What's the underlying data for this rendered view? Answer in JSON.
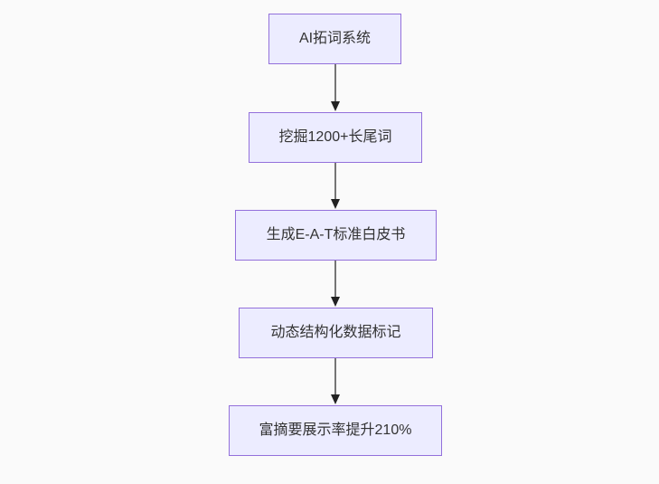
{
  "diagram": {
    "type": "flowchart",
    "direction": "top-down",
    "nodes": [
      {
        "id": "n1",
        "label": "AI拓词系统"
      },
      {
        "id": "n2",
        "label": "挖掘1200+长尾词"
      },
      {
        "id": "n3",
        "label": "生成E-A-T标准白皮书"
      },
      {
        "id": "n4",
        "label": "动态结构化数据标记"
      },
      {
        "id": "n5",
        "label": "富摘要展示率提升210%"
      }
    ],
    "edges": [
      {
        "from": "n1",
        "to": "n2"
      },
      {
        "from": "n2",
        "to": "n3"
      },
      {
        "from": "n3",
        "to": "n4"
      },
      {
        "from": "n4",
        "to": "n5"
      }
    ],
    "colors": {
      "node_fill": "#ECECFF",
      "node_border": "#9370DB",
      "edge_line": "#757575",
      "arrowhead": "#222222",
      "text": "#333333",
      "background": "#fafafa"
    }
  }
}
